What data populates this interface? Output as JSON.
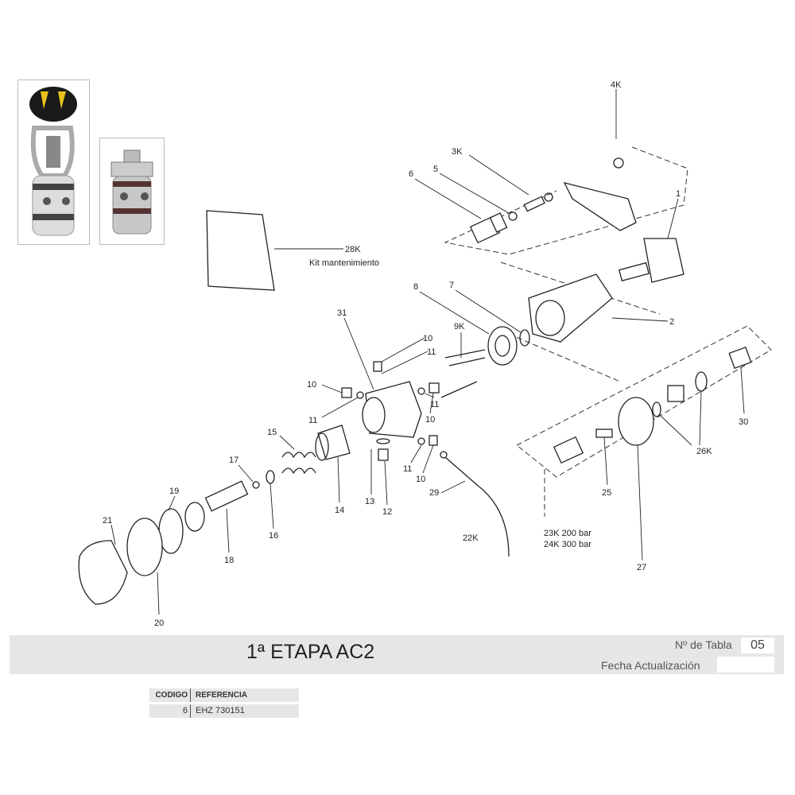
{
  "title": "1ª ETAPA AC2",
  "table_no_label": "Nº de Tabla",
  "table_no": "05",
  "update_date_label": "Fecha Actualización",
  "update_date": "",
  "parts_table": {
    "headers": [
      "CODIGO",
      "REFERENCIA"
    ],
    "rows": [
      {
        "codigo": "6",
        "referencia": "EHZ 730151"
      }
    ]
  },
  "callouts": {
    "c4K": "4K",
    "c3K": "3K",
    "c5": "5",
    "c6": "6",
    "c1": "1",
    "c28K": "28K",
    "kit": "Kit mantenimiento",
    "c8": "8",
    "c7": "7",
    "c31": "31",
    "c9K": "9K",
    "c2": "2",
    "c10a": "10",
    "c11a": "11",
    "c10b": "10",
    "c11b": "11",
    "c11c": "11",
    "c10c": "10",
    "c11d": "11",
    "c10d": "10",
    "c15": "15",
    "c30": "30",
    "c26K": "26K",
    "c17": "17",
    "c13": "13",
    "c12": "12",
    "c29": "29",
    "c25": "25",
    "c19": "19",
    "c16": "16",
    "c14": "14",
    "c21": "21",
    "c18": "18",
    "c22K": "22K",
    "c23K": "23K 200 bar",
    "c24K": "24K 300 bar",
    "c27": "27",
    "c20": "20"
  },
  "colors": {
    "band": "#e6e6e6",
    "knob_yellow": "#e8c21a"
  }
}
